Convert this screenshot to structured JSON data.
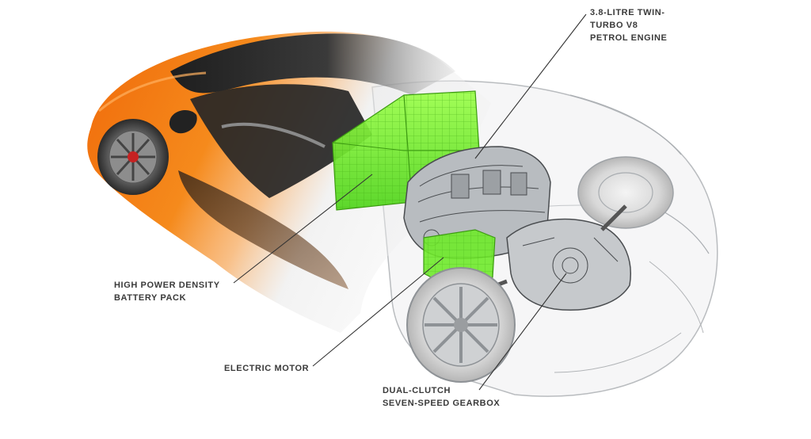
{
  "image_alt": "",
  "colors": {
    "body_orange": "#f07a12",
    "body_dark": "#2b2b2b",
    "battery_green": "#6ef02a",
    "ghost_grey": "#bfc3c6",
    "label_text": "#3a3a3a",
    "leader_line": "#333333"
  },
  "labels": {
    "engine": [
      "3.8-LITRE TWIN-",
      "TURBO V8",
      "PETROL ENGINE"
    ],
    "battery": [
      "HIGH POWER DENSITY",
      "BATTERY PACK"
    ],
    "motor": [
      "ELECTRIC MOTOR"
    ],
    "gearbox": [
      "DUAL-CLUTCH",
      "SEVEN-SPEED GEARBOX"
    ]
  }
}
